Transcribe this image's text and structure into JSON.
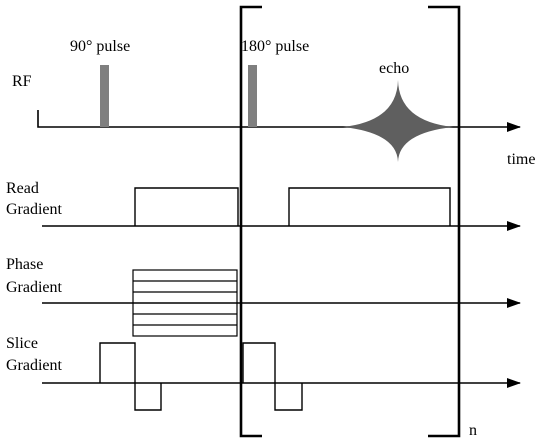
{
  "labels": {
    "rf": "RF",
    "pulse_90": "90° pulse",
    "pulse_180": "180° pulse",
    "echo": "echo",
    "time": "time",
    "read_gradient_1": "Read",
    "read_gradient_2": "Gradient",
    "phase_gradient_1": "Phase",
    "phase_gradient_2": "Gradient",
    "slice_gradient_1": "Slice",
    "slice_gradient_2": "Gradient",
    "repeat_n": "n"
  },
  "colors": {
    "line": "#000000",
    "pulse": "#7f7f7f",
    "echo": "#5f5f5f"
  }
}
